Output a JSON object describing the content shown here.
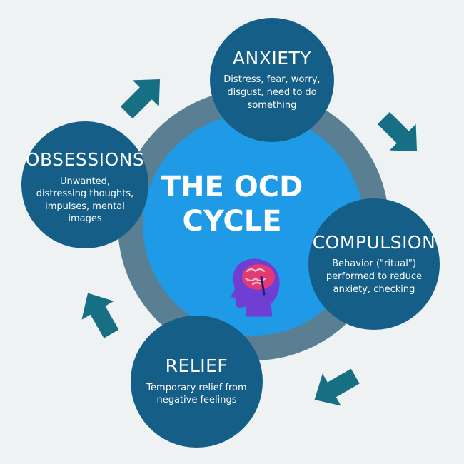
{
  "center": {
    "title_line1": "THE OCD",
    "title_line2": "CYCLE"
  },
  "nodes": {
    "anxiety": {
      "title": "ANXIETY",
      "desc": "Distress, fear, worry, disgust, need to do something"
    },
    "compulsion": {
      "title": "COMPULSION",
      "desc": "Behavior (\"ritual\") performed to reduce anxiety, checking"
    },
    "relief": {
      "title": "RELIEF",
      "desc": "Temporary relief from negative feelings"
    },
    "obsessions": {
      "title": "OBSESSIONS",
      "desc": "Unwanted, distressing thoughts, impulses, mental images"
    }
  },
  "icons": {
    "center": "head-brain-icon",
    "arrows": [
      "arrow-up-right-icon",
      "arrow-down-right-icon",
      "arrow-down-left-icon",
      "arrow-up-left-icon"
    ]
  },
  "colors": {
    "background": "#eef2f3",
    "node": "#145e87",
    "ring": "#5a7f92",
    "center": "#1e9ae6",
    "arrow": "#176f84",
    "brain": "#e33a72",
    "head": "#6e3fd2"
  }
}
